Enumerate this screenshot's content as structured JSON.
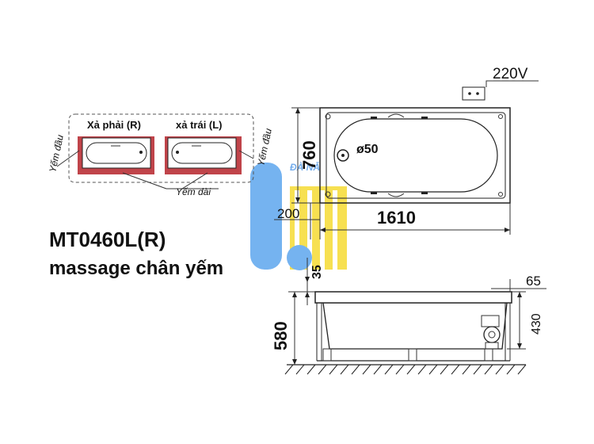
{
  "voltage_label": "220V",
  "legend": {
    "right_drain": "Xả phải (R)",
    "left_drain": "xả trái (L)",
    "head_apron_left": "Yếm đầu",
    "head_apron_right": "Yếm đầu",
    "long_apron": "Yếm dài"
  },
  "model": "MT0460L(R)",
  "description": "massage chân yếm",
  "dimensions": {
    "width": "760",
    "drain_dia": "ø50",
    "offset": "200",
    "length": "1610",
    "step": "35",
    "height_total": "580",
    "rim": "65",
    "depth": "430"
  },
  "watermark": "ĐÀ NẴ",
  "colors": {
    "apron_red": "#c0444a",
    "watermark_blue": "#5b9ee8",
    "watermark_yellow": "#f2d21a"
  }
}
